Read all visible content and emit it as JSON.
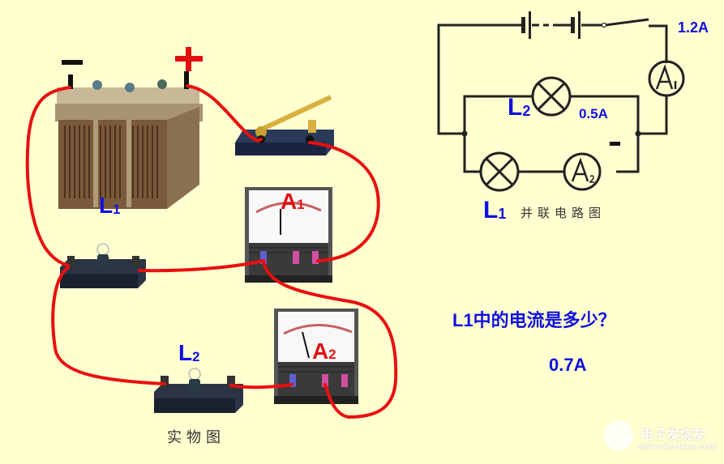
{
  "physical_diagram": {
    "battery": {
      "minus_label": "−",
      "plus_label": "+"
    },
    "labels": {
      "L1": {
        "letter": "L",
        "sub": "1"
      },
      "L2": {
        "letter": "L",
        "sub": "2"
      },
      "A1": {
        "letter": "A",
        "sub": "1"
      },
      "A2": {
        "letter": "A",
        "sub": "2"
      }
    },
    "caption": "实物图",
    "wire_color": "#e81010"
  },
  "schematic": {
    "current_total": "1.2A",
    "current_L2": "0.5A",
    "minus_sign": "-",
    "labels": {
      "L1": {
        "letter": "L",
        "sub": "1"
      },
      "L2": {
        "letter": "L",
        "sub": "2"
      }
    },
    "ammeter1_symbol": "A",
    "ammeter1_sub": "1",
    "ammeter2_symbol": "A",
    "ammeter2_sub": "2",
    "caption": "并联电路图"
  },
  "question": {
    "text": "L1中的电流是多少？",
    "answer": "0.7A"
  },
  "watermark": {
    "name": "电子发烧友",
    "url": "www.elecfans.com"
  },
  "colors": {
    "background": "#ffffd0",
    "label_blue": "#1010e0",
    "label_red": "#e01010"
  }
}
